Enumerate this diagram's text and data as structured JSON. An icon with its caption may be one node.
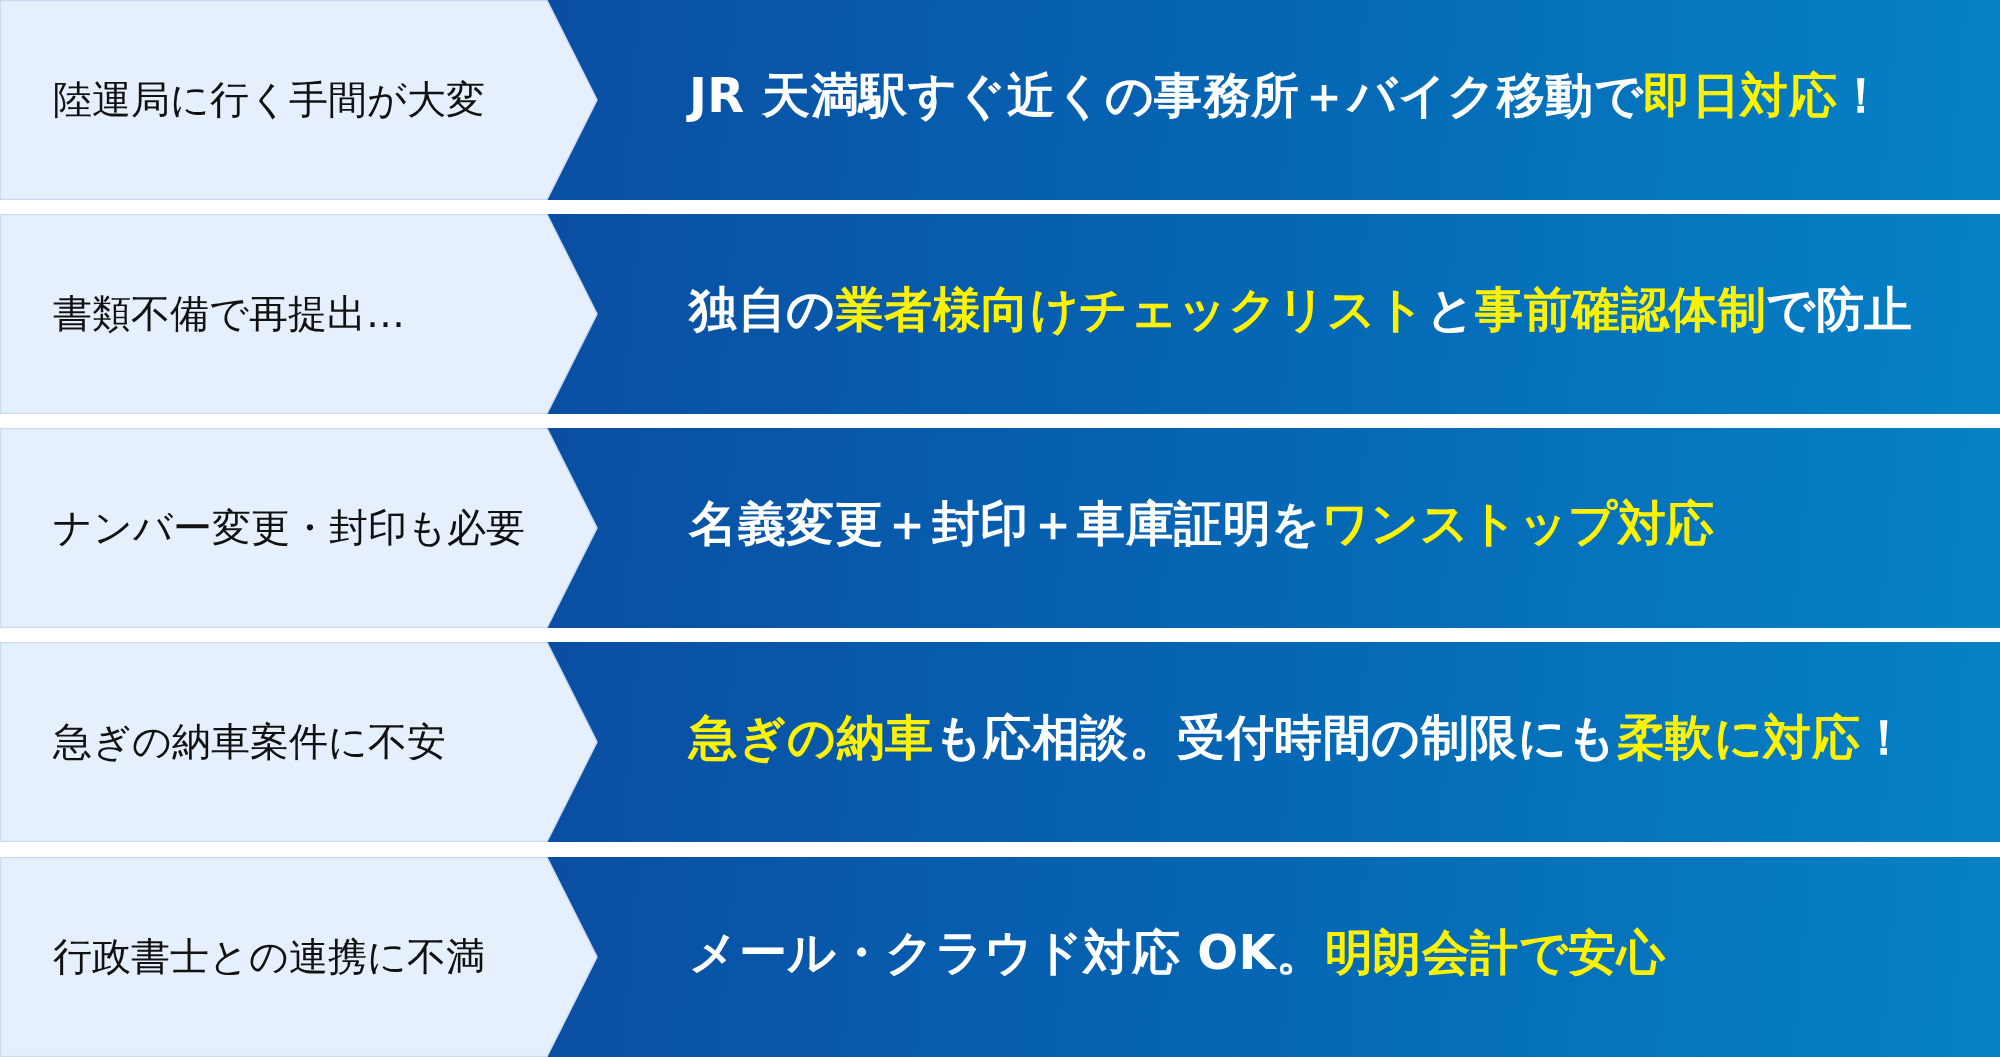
{
  "diagram": {
    "nodes": [
      {
        "text": [
          "陸運局に行く手間が大変"
        ]
      },
      {
        "text": [
          "JR 天満駅すぐ近くの事務所＋バイク移動で**即日対応**！"
        ]
      },
      {
        "text": [
          "書類不備で再提出…"
        ]
      },
      {
        "text": [
          "独自の**業者様向けチェックリスト**と**事前確認体制**で防止"
        ]
      },
      {
        "text": [
          "ナンバー変更・封印も必要"
        ]
      },
      {
        "text": [
          "名義変更＋封印＋車庫証明を**ワンストップ対応**"
        ]
      },
      {
        "text": [
          "急ぎの納車案件に不安"
        ]
      },
      {
        "text": [
          "**急ぎの納車**も応相談。受付時間の制限にも**柔軟に対応**！"
        ]
      },
      {
        "text": [
          "行政書士との連携に不満"
        ]
      },
      {
        "text": [
          "メール・クラウド対応 OK。**明朗会計で安心**"
        ]
      }
    ]
  }
}
